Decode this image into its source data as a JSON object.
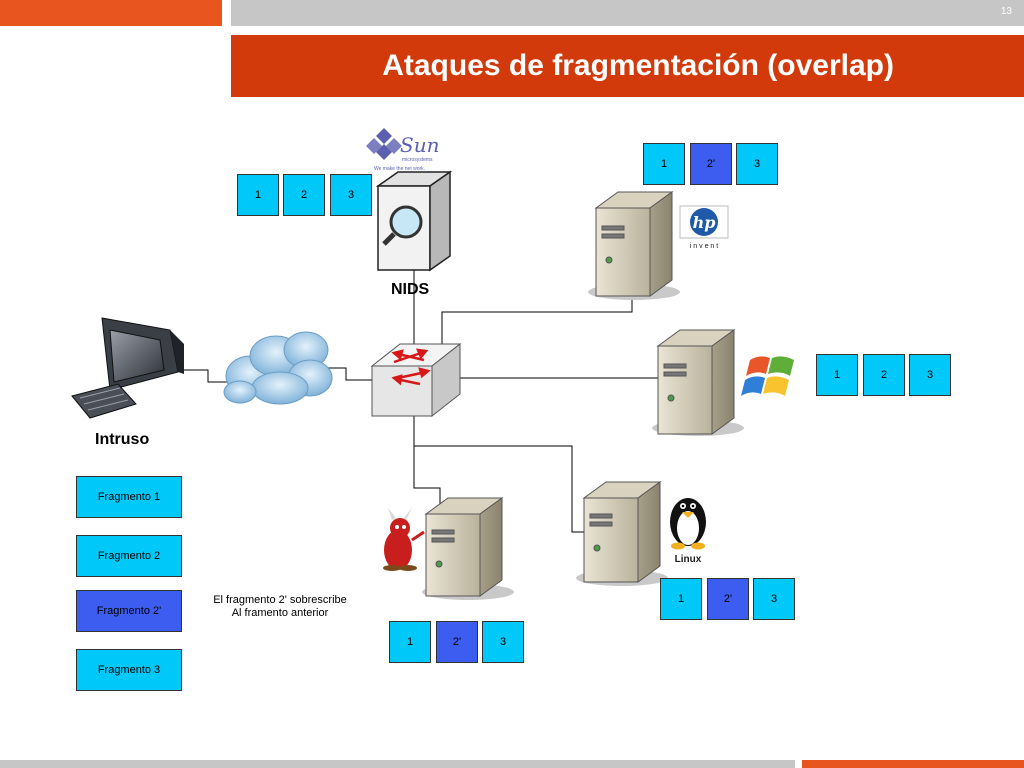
{
  "slide": {
    "page_number": "13",
    "title": "Ataques de fragmentación (overlap)"
  },
  "labels": {
    "nids": "NIDS",
    "intruder": "Intruso",
    "note_line1": "El fragmento 2' sobrescribe",
    "note_line2": "Al framento anterior",
    "sun_brand": "Sun",
    "sun_sub": "microsystems",
    "sun_tagline": "We make the net work.",
    "hp_logo": "hp",
    "hp_invent": "i n v e n t",
    "linux_logo": "Linux"
  },
  "fragments": [
    {
      "label": "Fragmento 1",
      "color": "#00c8f8"
    },
    {
      "label": "Fragmento 2",
      "color": "#00c8f8"
    },
    {
      "label": "Fragmento 2'",
      "color": "#3d5df0"
    },
    {
      "label": "Fragmento 3",
      "color": "#00c8f8"
    }
  ],
  "packets": {
    "nids": [
      "1",
      "2",
      "3"
    ],
    "hp": [
      "1",
      "2'",
      "3"
    ],
    "windows": [
      "1",
      "2",
      "3"
    ],
    "linux": [
      "1",
      "2'",
      "3"
    ],
    "bsd": [
      "1",
      "2'",
      "3"
    ]
  },
  "colors": {
    "accent_orange": "#e8551f",
    "title_red": "#d23a0c",
    "fragment_cyan": "#00c8f8",
    "overlap_blue": "#3d5df0"
  }
}
